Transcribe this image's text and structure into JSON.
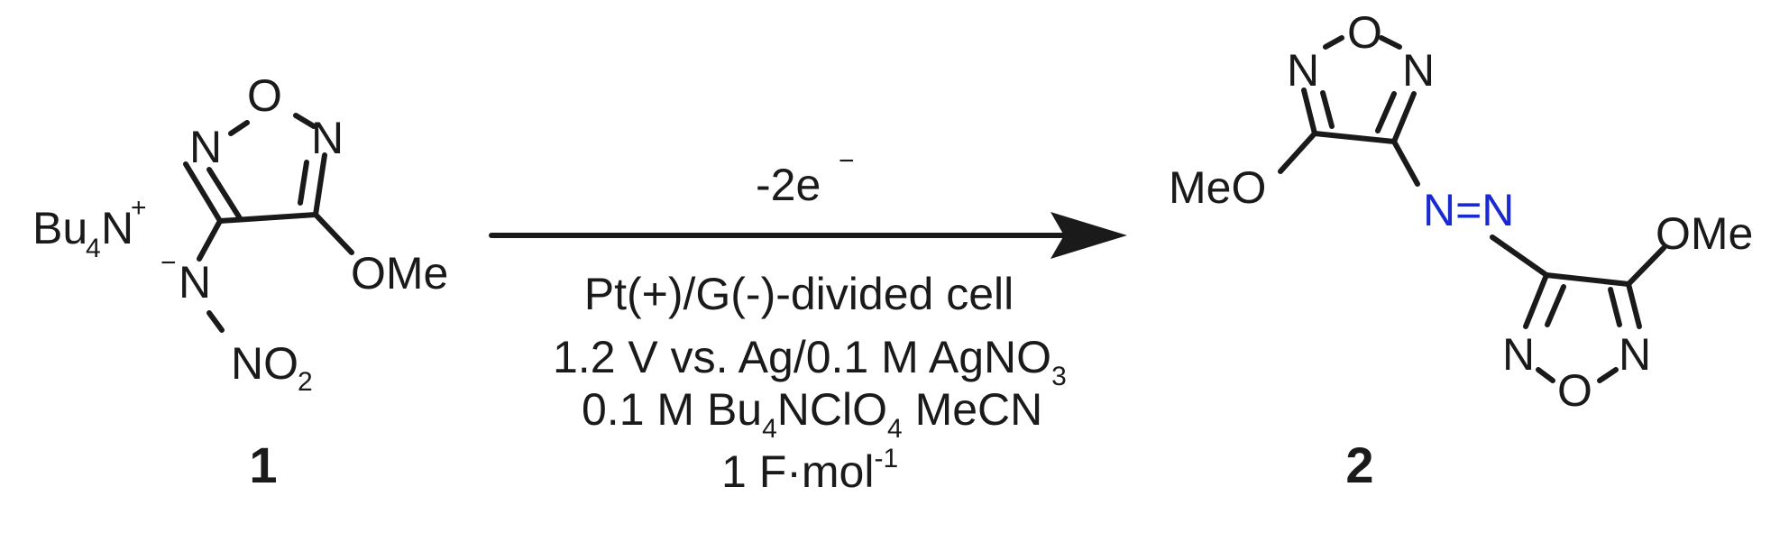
{
  "reactant": {
    "counterion_main": "Bu",
    "counterion_sub": "4",
    "counterion_n": "N",
    "counterion_charge": "+",
    "ring_o": "O",
    "ring_n_left": "N",
    "ring_n_right": "N",
    "amide_charge": "−",
    "amide_n": "N",
    "nitro_main": "NO",
    "nitro_sub": "2",
    "methoxy": "OMe",
    "label": "1"
  },
  "arrow": {
    "above": "-2e",
    "above_sup": "−",
    "line1": "Pt(+)/G(-)-divided cell",
    "line2_main": "1.2 V vs. Ag/0.1 M AgNO",
    "line2_sub": "3",
    "line3_pre": "0.1 M Bu",
    "line3_sub1": "4",
    "line3_mid": "NClO",
    "line3_sub2": "4",
    "line3_post": " MeCN",
    "line4_main": "1 F·mol",
    "line4_sup": "-1"
  },
  "product": {
    "top_ring_o": "O",
    "top_ring_n_left": "N",
    "top_ring_n_right": "N",
    "top_methoxy": "MeO",
    "azo": "N=N",
    "bottom_methoxy": "OMe",
    "bottom_ring_n_left": "N",
    "bottom_ring_o": "O",
    "bottom_ring_n_right": "N",
    "label": "2"
  },
  "colors": {
    "ink": "#1a1a1a",
    "azo": "#1a2ad1"
  }
}
